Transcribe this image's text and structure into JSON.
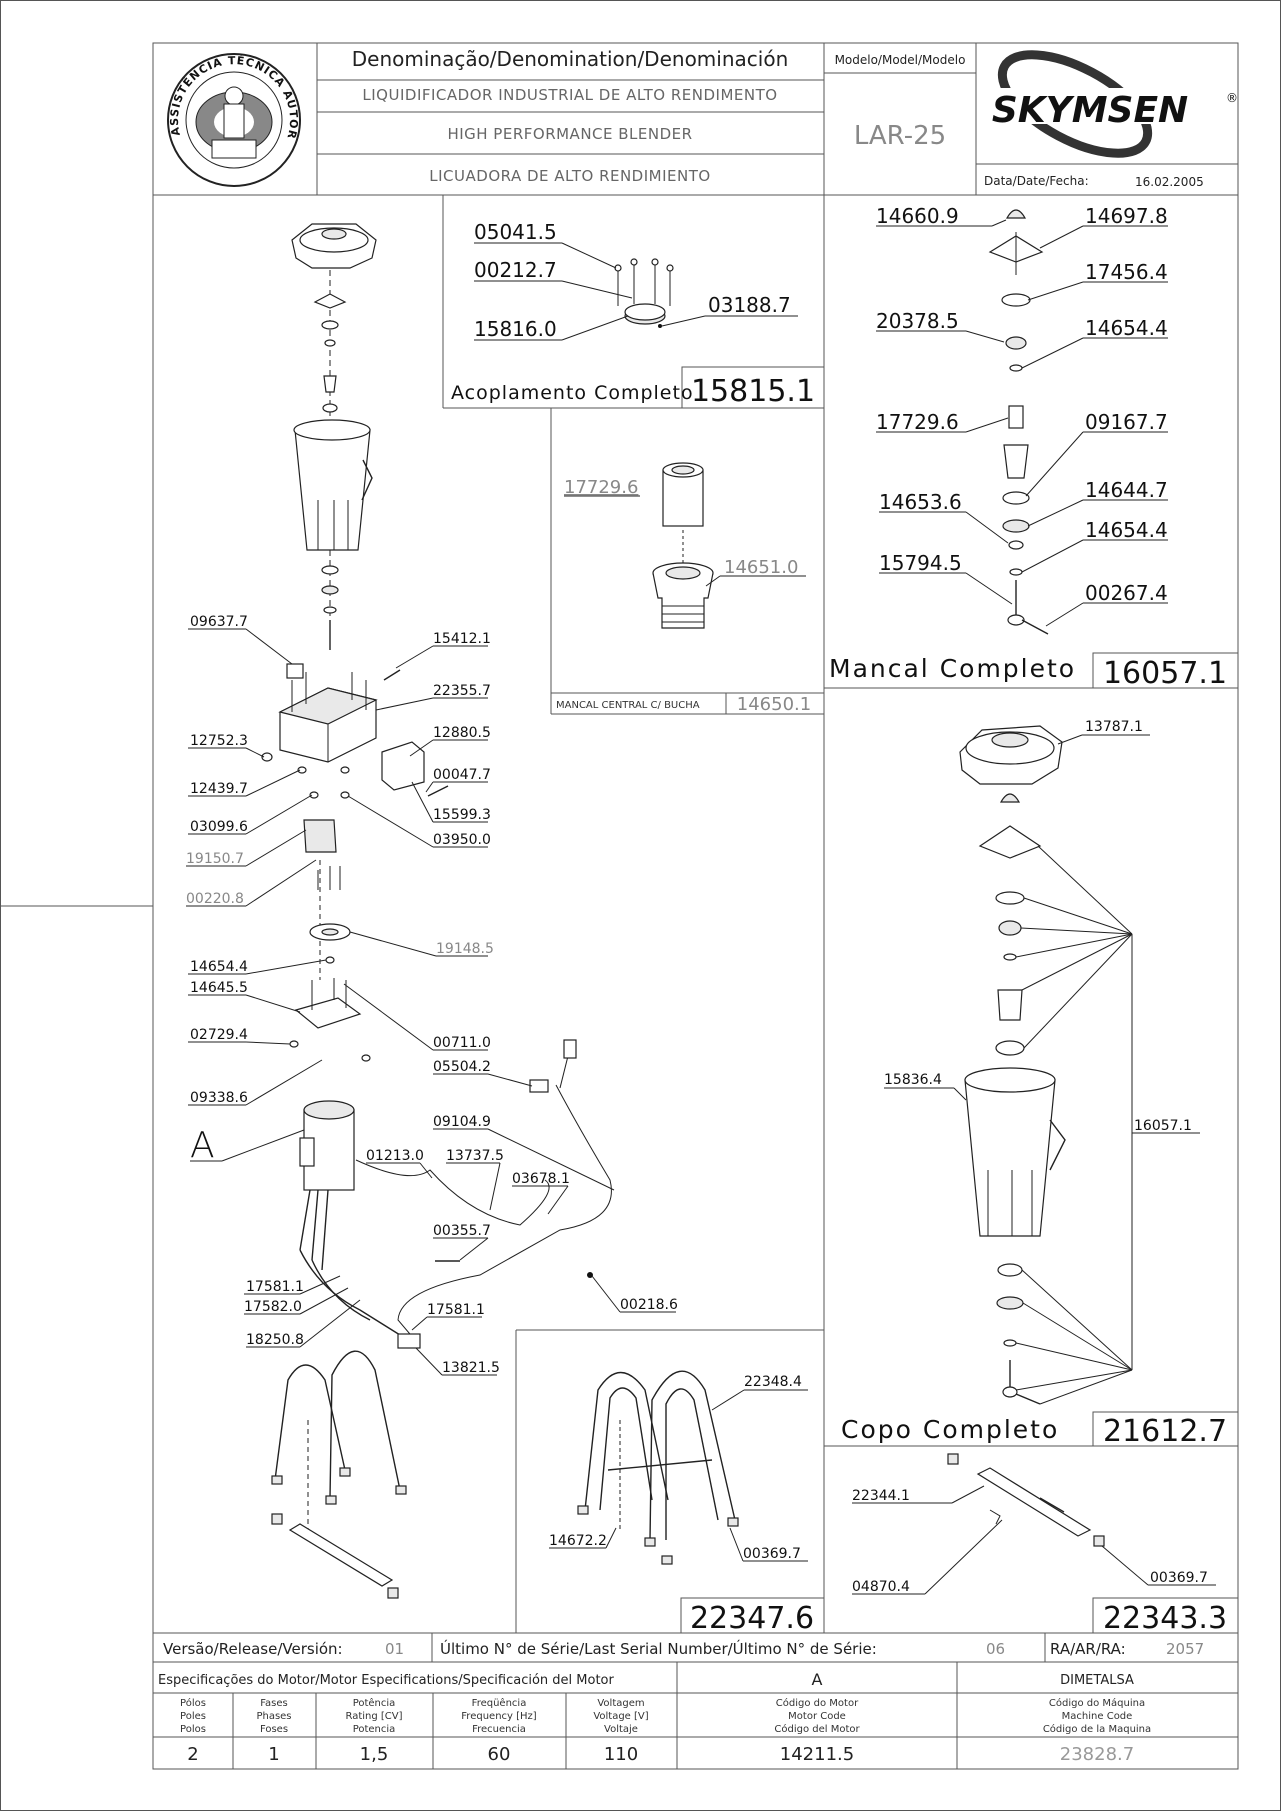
{
  "header": {
    "denomination_label": "Denominação/Denomination/Denominación",
    "name_pt": "LIQUIDIFICADOR INDUSTRIAL DE ALTO RENDIMENTO",
    "name_en": "HIGH PERFORMANCE BLENDER",
    "name_es": "LICUADORA DE ALTO RENDIMIENTO",
    "model_label": "Modelo/Model/Modelo",
    "model_value": "LAR-25",
    "brand": "SKYMSEN",
    "brand_mark": "®",
    "date_label": "Data/Date/Fecha:",
    "date_value": "16.02.2005",
    "seal_text": "ASSISTÊNCIA TÉCNICA AUTORIZADA"
  },
  "assemblies": {
    "coupling": {
      "caption": "Acoplamento Completo",
      "code": "15815.1",
      "parts": [
        "05041.5",
        "00212.7",
        "15816.0",
        "03188.7"
      ]
    },
    "central_bearing": {
      "caption": "MANCAL CENTRAL C/ BUCHA",
      "code": "14650.1",
      "parts": [
        "17729.6",
        "14651.0"
      ]
    },
    "bearing": {
      "caption": "Mancal Completo",
      "code": "16057.1",
      "parts": [
        "14660.9",
        "14697.8",
        "17456.4",
        "20378.5",
        "14654.4",
        "17729.6",
        "09167.7",
        "14653.6",
        "14644.7",
        "14654.4",
        "15794.5",
        "00267.4"
      ]
    },
    "cup": {
      "caption": "Copo Completo",
      "code": "21612.7",
      "parts": [
        "13787.1",
        "15836.4",
        "16057.1"
      ]
    },
    "stand": {
      "code": "22347.6",
      "parts": [
        "22348.4",
        "14672.2",
        "00369.7"
      ]
    },
    "base_bar": {
      "code": "22343.3",
      "parts": [
        "22344.1",
        "04870.4",
        "00369.7"
      ]
    }
  },
  "main_parts": {
    "left": [
      "09637.7",
      "12752.3",
      "12439.7",
      "03099.6",
      "19150.7",
      "00220.8",
      "14654.4",
      "14645.5",
      "02729.4",
      "09338.6",
      "A",
      "17581.1",
      "17582.0",
      "18250.8"
    ],
    "right": [
      "15412.1",
      "22355.7",
      "12880.5",
      "00047.7",
      "15599.3",
      "03950.0",
      "19148.5",
      "00711.0",
      "05504.2",
      "09104.9",
      "01213.0",
      "13737.5",
      "03678.1",
      "00355.7",
      "00218.6",
      "17581.1",
      "13821.5"
    ]
  },
  "footer": {
    "version_label": "Versão/Release/Versión:",
    "version_value": "01",
    "serial_label": "Último N° de Série/Last Serial Number/Último N° de Série:",
    "serial_value": "06",
    "ra_label": "RA/AR/RA:",
    "ra_value": "2057",
    "motor_spec_label": "Especificações do Motor/Motor Especifications/Specificación del Motor",
    "motor_letter": "A",
    "manufacturer": "DIMETALSA",
    "col_poles": [
      "Pólos",
      "Poles",
      "Polos"
    ],
    "col_phases": [
      "Fases",
      "Phases",
      "Foses"
    ],
    "col_power": [
      "Potência",
      "Rating [CV]",
      "Potencia"
    ],
    "col_freq": [
      "Freqüência",
      "Frequency [Hz]",
      "Frecuencia"
    ],
    "col_voltage": [
      "Voltagem",
      "Voltage [V]",
      "Voltaje"
    ],
    "col_motor_code": [
      "Código do Motor",
      "Motor Code",
      "Código del Motor"
    ],
    "col_machine_code": [
      "Código do Máquina",
      "Machine Code",
      "Código de la Maquina"
    ],
    "val_poles": "2",
    "val_phases": "1",
    "val_power": "1,5",
    "val_freq": "60",
    "val_voltage": "110",
    "val_motor_code": "14211.5",
    "val_machine_code": "23828.7"
  }
}
